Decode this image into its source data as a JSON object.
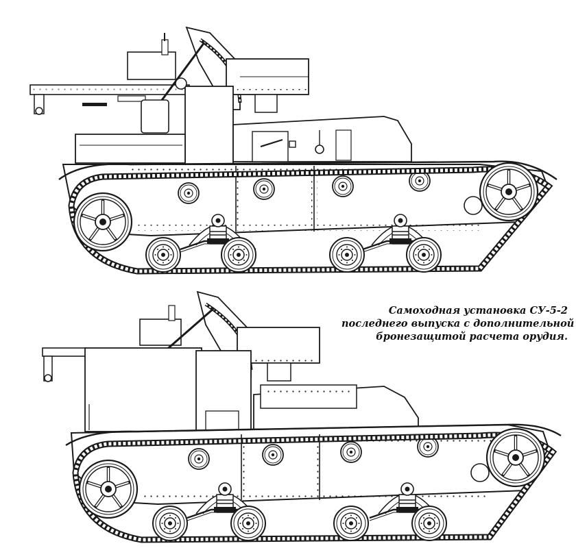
{
  "caption": {
    "line1": "Самоходная установка СУ-5-2",
    "line2": "последнего выпуска с дополнительной",
    "line3": "бронезащитой расчета орудия."
  },
  "colors": {
    "ink": "#1a1a1a",
    "paper": "#ffffff",
    "shadow": "#bdbdbd"
  },
  "views": [
    {
      "id": "variant-open-crew-compartment"
    },
    {
      "id": "variant-armored-crew-compartment"
    }
  ]
}
